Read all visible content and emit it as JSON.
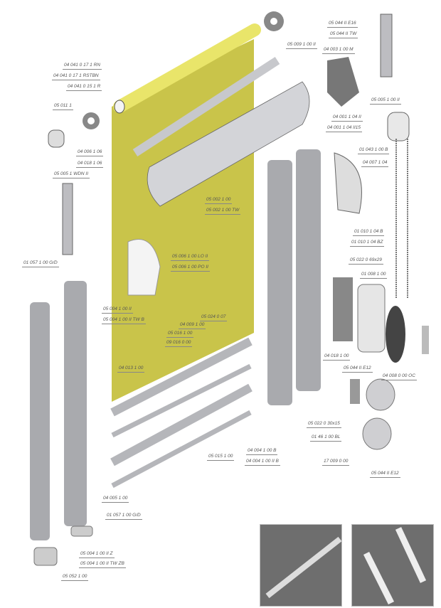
{
  "colors": {
    "fabric": "#c9c44a",
    "tube": "#e9e56a",
    "part": "#b8b9bd",
    "photo_bg": "#6e6e6e",
    "label": "#555555"
  },
  "labels": {
    "l1": "05 009 1 00 II",
    "l2": "04 041 0 17 1 RN",
    "l3": "04 041 0 17 1 RSTBN",
    "l4": "04 041 0 15 1 R",
    "l5": "05 011 1",
    "l6": "04 006 1 06",
    "l7": "04 018 1 06",
    "l8": "05 005 1 WDN II",
    "l9": "05 002 1 00",
    "l10": "05 002 1 00 TW",
    "l11": "05 044 II E16",
    "l12": "05 044 II TW",
    "l13": "04 003 1 00 M",
    "l14": "05 005 1 00 II",
    "l15": "04 001 1 04 II",
    "l16": "04 001 1 04 II15",
    "l17": "01 043 1 00 B",
    "l18": "04 007 1 04",
    "l19": "01 010 1 04 B",
    "l20": "01 010 1 04 BZ",
    "l21": "01 057 1 00 G/D",
    "l22": "05 006 1 00 LO II",
    "l23": "05 006 1 00 PO II",
    "l24": "05 004 1 00 II",
    "l25": "05 004 1 00 II TW B",
    "l26": "05 024 0 07",
    "l27": "04 009 1 00",
    "l28": "05 016 1 00",
    "l29": "09 016 0 00",
    "l30": "04 013 1 00",
    "l31": "05 022 0 69x29",
    "l32": "01 008 1 00",
    "l33": "04 018 1 00",
    "l34": "05 044 II E12",
    "l35": "04 008 0 00 OC",
    "l36": "05 022 0 30x15",
    "l37": "05 015 1 00",
    "l38": "04 004 1 00 B",
    "l39": "04 004 1 00 II B",
    "l40": "01 46 1 00 BL",
    "l41": "17 009 0 00",
    "l42": "05 044 II E12",
    "l43": "04 005 1 00",
    "l44": "01 057 1 00 G/D",
    "l45": "05 004 1 00 II Z",
    "l46": "05 004 1 00 II TW ZB",
    "l47": "05 052 1 00"
  }
}
